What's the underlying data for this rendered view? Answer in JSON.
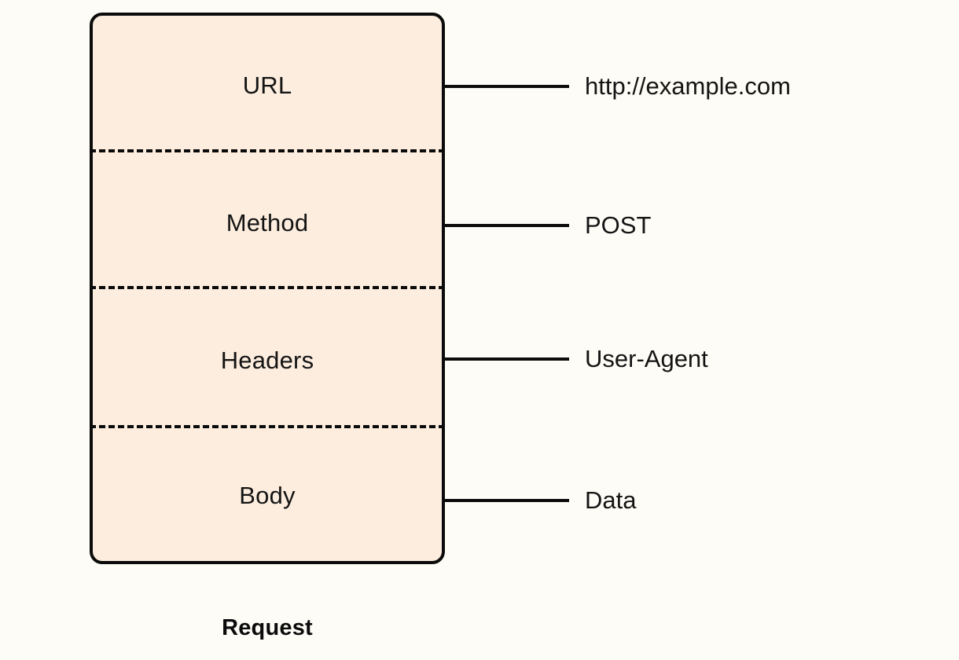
{
  "diagram": {
    "caption": "Request",
    "box": {
      "fill_color": "#fcedde",
      "stroke_color": "#0b0b0b"
    },
    "background_color": "#fdfcf6",
    "segments": [
      {
        "label": "URL",
        "annotation": "http://example.com"
      },
      {
        "label": "Method",
        "annotation": "POST"
      },
      {
        "label": "Headers",
        "annotation": "User-Agent"
      },
      {
        "label": "Body",
        "annotation": "Data"
      }
    ]
  }
}
